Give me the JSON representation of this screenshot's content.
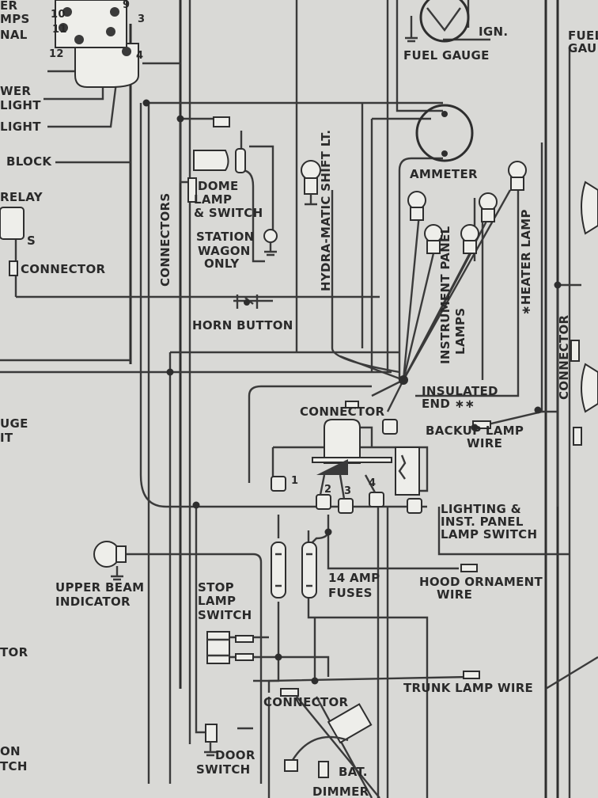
{
  "diagram": {
    "labels": {
      "er": "ER",
      "mps": "MPS",
      "nal": "NAL",
      "wer": "WER",
      "light1": "LIGHT",
      "light2": "LIGHT",
      "block": "BLOCK",
      "relay": "RELAY",
      "s": "S",
      "connector_left": "CONNECTOR",
      "uge": "UGE",
      "it": "IT",
      "tor": "TOR",
      "on": "ON",
      "tch": "TCH",
      "n9": "9",
      "n10": "10",
      "n11": "11",
      "n3": "3",
      "n12": "12",
      "n4": "4",
      "fuel_gauge": "FUEL GAUGE",
      "ign": "IGN.",
      "fuel": "FUEL",
      "gau": "GAU",
      "ammeter": "AMMETER",
      "dome_lamp": "DOME",
      "lamp": "LAMP",
      "and_switch": "& SWITCH",
      "station": "STATION",
      "wagon": "WAGON",
      "only": "ONLY",
      "connectors_vertical": "CONNECTORS",
      "hydra_matic": "HYDRA-MATIC SHIFT LT.",
      "instrument_panel": "INSTRUMENT PANEL",
      "lamps": "LAMPS",
      "heater_lamp": "∗HEATER LAMP",
      "connector_right": "CONNECTOR",
      "horn_button": "HORN BUTTON",
      "insulated": "INSULATED",
      "end": "END ∗∗",
      "connector_mid": "CONNECTOR",
      "backup_lamp": "BACKUP LAMP",
      "wire1": "WIRE",
      "s1": "1",
      "s2": "2",
      "s3": "3",
      "s4": "4",
      "lighting1": "LIGHTING &",
      "lighting2": "INST. PANEL",
      "lighting3": "LAMP SWITCH",
      "upper_beam1": "UPPER BEAM",
      "upper_beam2": "INDICATOR",
      "stop1": "STOP",
      "stop2": "LAMP",
      "stop3": "SWITCH",
      "fuse1": "14 AMP",
      "fuse2": "FUSES",
      "hood1": "HOOD ORNAMENT",
      "hood2": "WIRE",
      "trunk_lamp": "TRUNK LAMP WIRE",
      "connector_bottom": "CONNECTOR",
      "door1": "DOOR",
      "door2": "SWITCH",
      "bat": "BAT.",
      "dimmer": "DIMMER"
    }
  }
}
